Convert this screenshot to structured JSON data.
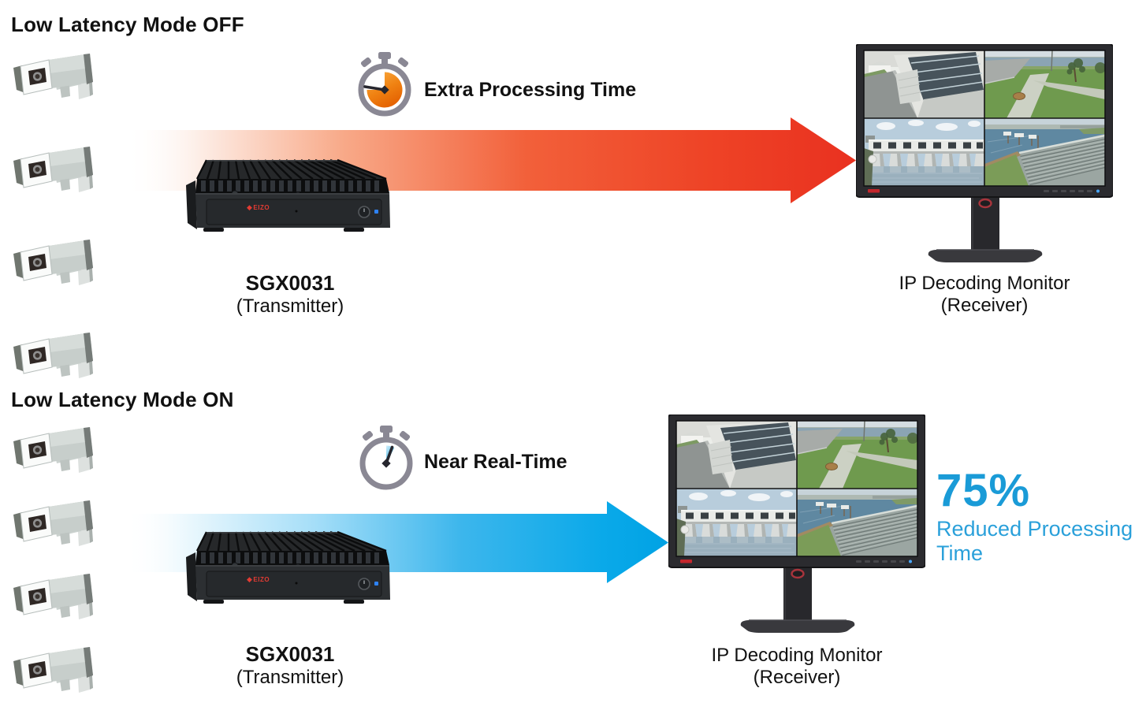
{
  "brand": {
    "name": "EIZO"
  },
  "off": {
    "title": "Low Latency Mode OFF",
    "timer_label": "Extra Processing Time",
    "transmitter_model": "SGX0031",
    "transmitter_role": "(Transmitter)",
    "monitor_name": "IP Decoding Monitor",
    "monitor_role": "(Receiver)",
    "camera_count": 4,
    "arrow_color_end": "#e93523"
  },
  "on": {
    "title": "Low Latency Mode ON",
    "timer_label": "Near Real-Time",
    "transmitter_model": "SGX0031",
    "transmitter_role": "(Transmitter)",
    "monitor_name": "IP Decoding Monitor",
    "monitor_role": "(Receiver)",
    "camera_count": 4,
    "arrow_color_end": "#00a6e8",
    "stat_value": "75%",
    "stat_caption_line1": "Reduced Processing",
    "stat_caption_line2": "Time",
    "stat_color": "#1a9bd7"
  }
}
